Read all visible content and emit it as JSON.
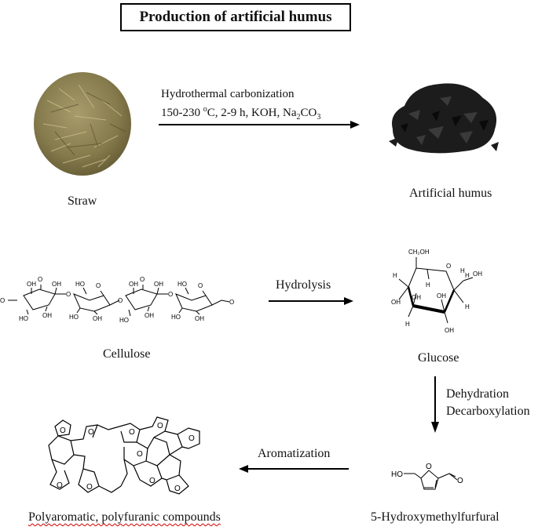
{
  "title": "Production of artificial humus",
  "top_row": {
    "source_label": "Straw",
    "product_label": "Artificial humus",
    "condition_line1": "Hydrothermal carbonization",
    "condition_temp": "150-230",
    "condition_degree": "o",
    "condition_rest": "C, 2-9 h, KOH, Na",
    "condition_sub1": "2",
    "condition_co": "CO",
    "condition_sub2": "3"
  },
  "middle_row": {
    "cellulose_label": "Cellulose",
    "hydrolysis_label": "Hydrolysis",
    "glucose_label": "Glucose"
  },
  "vertical_step": {
    "line1": "Dehydration",
    "line2": "Decarboxylation"
  },
  "bottom_row": {
    "aromatization_label": "Aromatization",
    "hmf_label": "5-Hydroxymethylfurfural",
    "poly_label": "Polyaromatic, polyfuranic compounds"
  },
  "structure_text": {
    "oh": "OH",
    "ho": "HO",
    "o": "O",
    "h": "H",
    "ch2oh": "CH₂OH"
  },
  "colors": {
    "straw": "#8a7f55",
    "humus": "#1a1a1a",
    "spellcheck": "#d00000"
  }
}
